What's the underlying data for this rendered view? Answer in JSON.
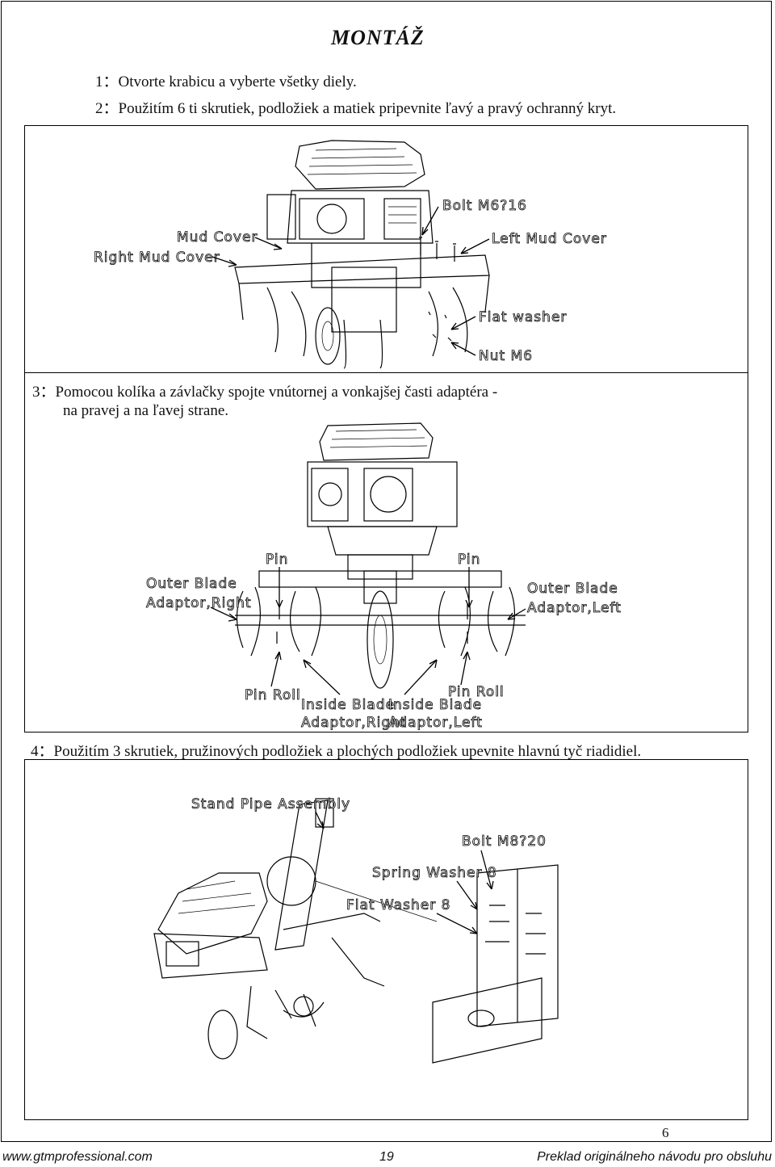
{
  "title": "MONTÁŽ",
  "steps": {
    "s1": "1：Otvorte krabicu a vyberte všetky diely.",
    "s2": "2：Použitím 6 ti skrutiek, podložiek a matiek pripevnite ľavý a pravý ochranný kryt.",
    "s3_line1": "3：Pomocou kolíka a závlačky spojte vnútornej a vonkajšej časti adaptéra -",
    "s3_line2": "na pravej a na ľavej strane.",
    "s4": "4：Použitím 3 skrutiek, pružinových podložiek a plochých podložiek upevnite hlavnú tyč riadidiel."
  },
  "figure1": {
    "labels": {
      "bolt": "Bolt M6?16",
      "mud_cover": "Mud Cover",
      "right_mud_cover": "Right Mud Cover",
      "left_mud_cover": "Left Mud Cover",
      "flat_washer": "Flat washer",
      "nut": "Nut M6"
    }
  },
  "figure2": {
    "labels": {
      "pin_left": "Pin",
      "pin_right": "Pin",
      "outer_right_1": "Outer Blade",
      "outer_right_2": "Adaptor,Right",
      "outer_left_1": "Outer Blade",
      "outer_left_2": "Adaptor,Left",
      "pin_roll_left": "Pin Roll",
      "pin_roll_right": "Pin Roll",
      "inside_right_1": "Inside Blade",
      "inside_right_2": "Adaptor,Right",
      "inside_left_1": "Inside Blade",
      "inside_left_2": "Adaptor,Left"
    }
  },
  "figure3": {
    "labels": {
      "stand_pipe": "Stand Pipe Assembly",
      "bolt": "Bolt M8?20",
      "spring_washer": "Spring Washer 8",
      "flat_washer": "Flat Washer 8"
    }
  },
  "page_number": "6",
  "footer": {
    "website": "www.gtmprofessional.com",
    "page": "19",
    "note": "Preklad originálneho návodu pro obsluhu"
  }
}
